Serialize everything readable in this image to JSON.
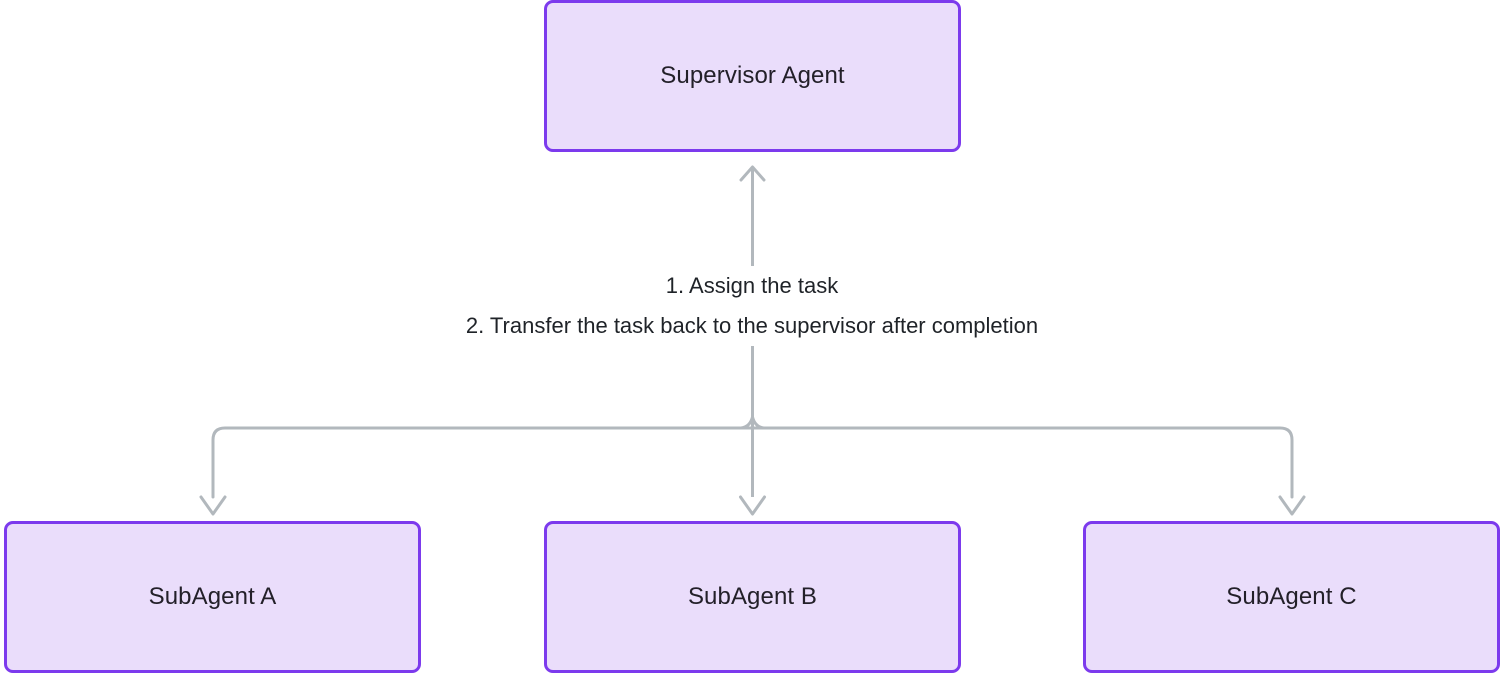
{
  "diagram": {
    "title": "Supervisor Agent multi-agent handoff diagram",
    "type": "flowchart",
    "background_color": "#ffffff",
    "node_fill_color": "#EADDFB",
    "node_border_color": "#7C3AED",
    "node_text_color": "#232029",
    "edge_color": "#B2B8BD",
    "annotation_text_color": "#1F2328",
    "nodes": [
      {
        "id": "supervisor",
        "label": "Supervisor Agent",
        "role": "supervisor"
      },
      {
        "id": "subagent-a",
        "label": "SubAgent A",
        "role": "worker"
      },
      {
        "id": "subagent-b",
        "label": "SubAgent B",
        "role": "worker"
      },
      {
        "id": "subagent-c",
        "label": "SubAgent C",
        "role": "worker"
      }
    ],
    "edge_annotation": {
      "lines": [
        "1. Assign the task",
        "2. Transfer the task back to the supervisor after completion"
      ]
    },
    "edges": [
      {
        "from": "supervisor",
        "to": "subagent-a",
        "direction": "bidirectional"
      },
      {
        "from": "supervisor",
        "to": "subagent-b",
        "direction": "bidirectional"
      },
      {
        "from": "supervisor",
        "to": "subagent-c",
        "direction": "bidirectional"
      }
    ]
  }
}
